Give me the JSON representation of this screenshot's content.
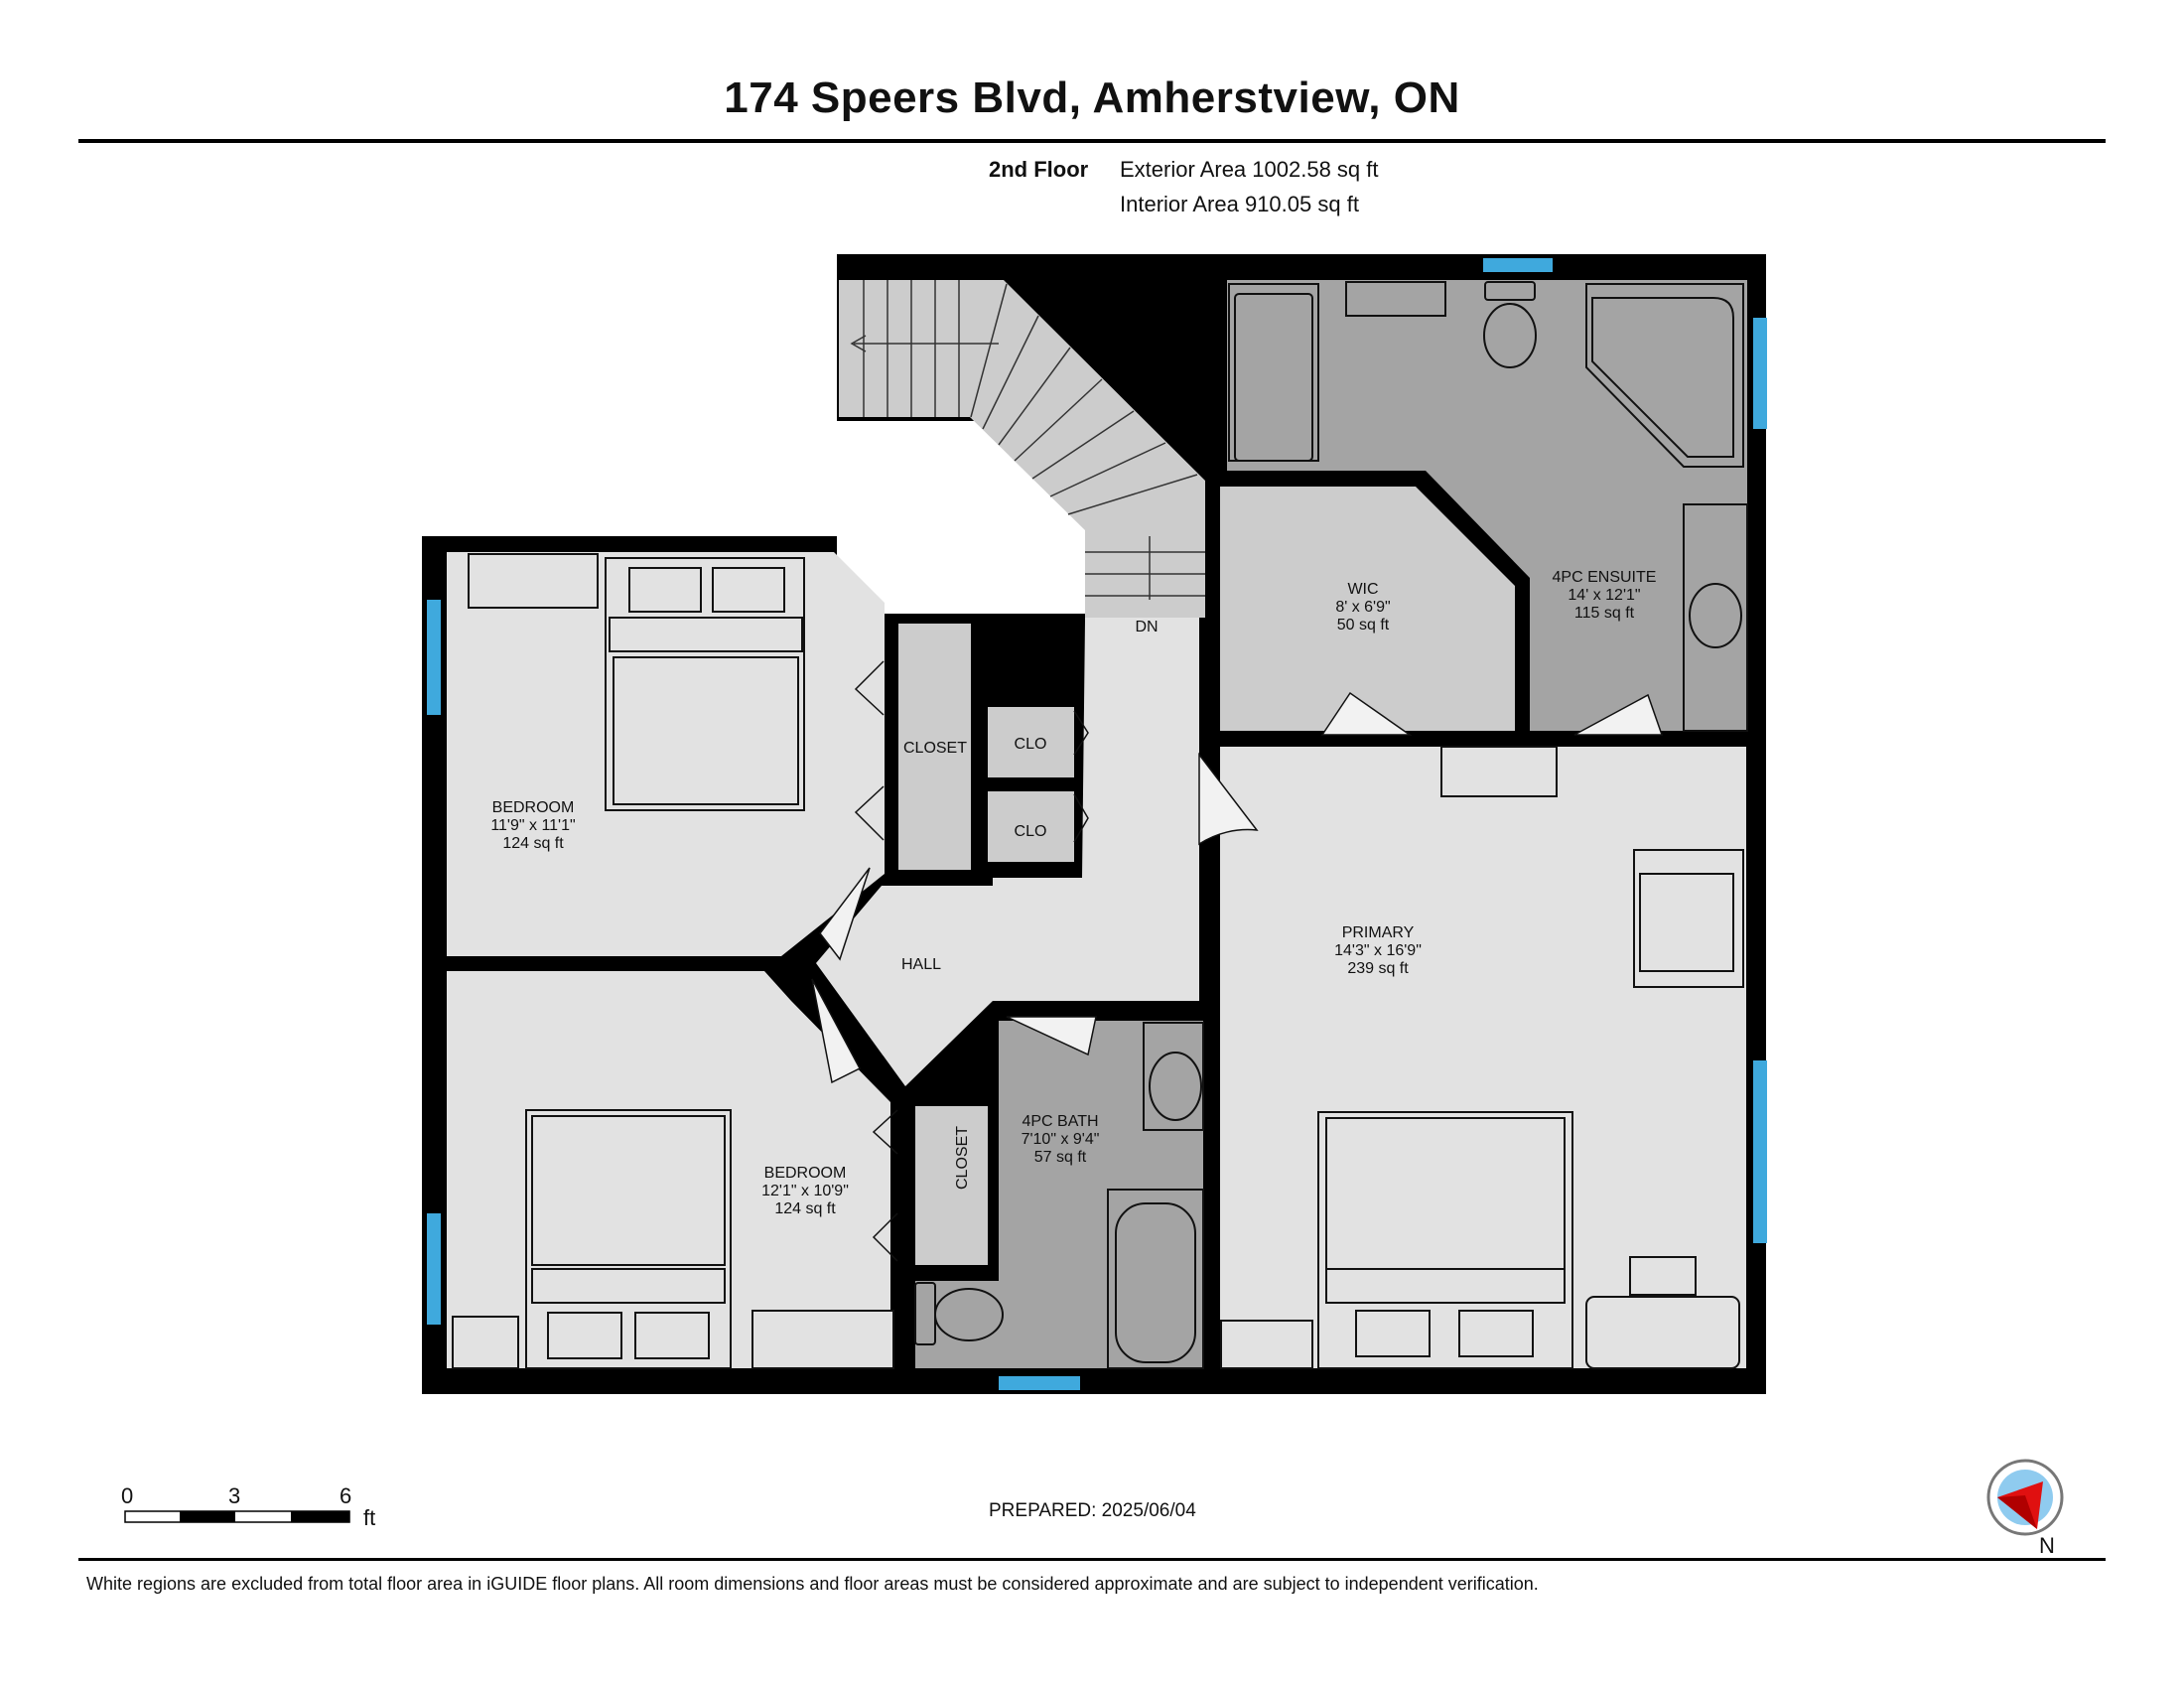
{
  "title": "174 Speers Blvd, Amherstview, ON",
  "floor": {
    "name": "2nd Floor",
    "exterior_area": "Exterior Area 1002.58 sq ft",
    "interior_area": "Interior Area 910.05 sq ft"
  },
  "rooms": {
    "bedroom1": {
      "name": "BEDROOM",
      "dims": "11'9\" x 11'1\"",
      "area": "124 sq ft"
    },
    "bedroom2": {
      "name": "BEDROOM",
      "dims": "12'1\" x 10'9\"",
      "area": "124 sq ft"
    },
    "wic": {
      "name": "WIC",
      "dims": "8' x 6'9\"",
      "area": "50 sq ft"
    },
    "ensuite": {
      "name": "4PC ENSUITE",
      "dims": "14' x 12'1\"",
      "area": "115 sq ft"
    },
    "primary": {
      "name": "PRIMARY",
      "dims": "14'3\" x 16'9\"",
      "area": "239 sq ft"
    },
    "bath": {
      "name": "4PC BATH",
      "dims": "7'10\" x 9'4\"",
      "area": "57 sq ft"
    },
    "hall": {
      "name": "HALL"
    },
    "closet1": {
      "name": "CLOSET"
    },
    "closet2": {
      "name": "CLOSET"
    },
    "clo1": {
      "name": "CLO"
    },
    "clo2": {
      "name": "CLO"
    },
    "stairs": {
      "name": "DN"
    }
  },
  "scale": {
    "ticks": [
      "0",
      "3",
      "6"
    ],
    "unit": "ft"
  },
  "compass": {
    "label": "N"
  },
  "prepared": "PREPARED: 2025/06/04",
  "disclaimer": "White regions are excluded from total floor area in iGUIDE floor plans. All room dimensions and floor areas must be considered approximate and are subject to independent verification.",
  "colors": {
    "wall": "#000000",
    "room_light": "#e2e2e2",
    "room_mid": "#cccccc",
    "room_dark": "#a4a4a4",
    "window": "#3fa9dd",
    "compass_pointer": "#e01010"
  }
}
